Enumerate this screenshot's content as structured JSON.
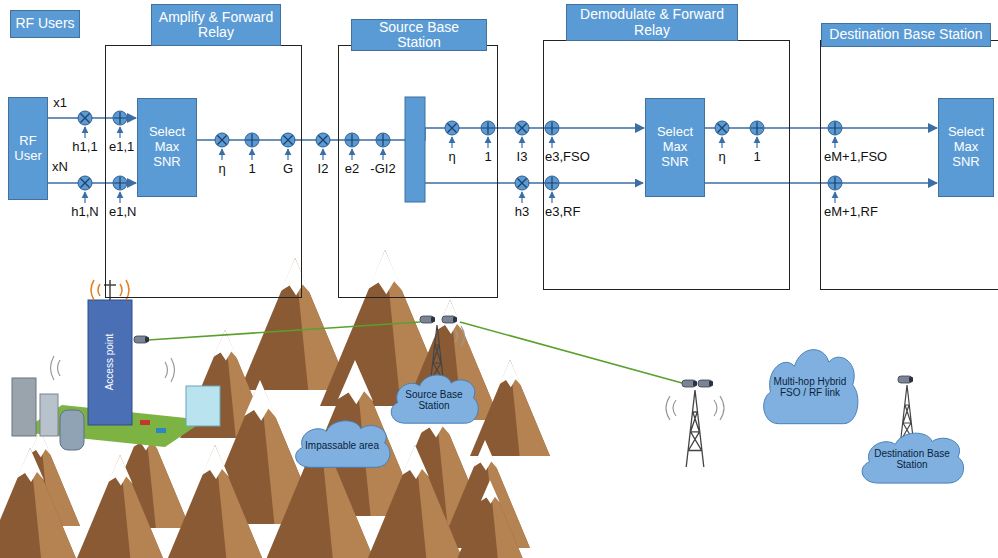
{
  "diagram": {
    "nodes": [
      {
        "text": [
          "RF Users"
        ]
      },
      {
        "text": [
          "RF User"
        ]
      },
      {
        "text": [
          "Amplify & Forward Relay"
        ]
      },
      {
        "text": [
          "Select Max SNR"
        ],
        "in": 2
      },
      {
        "text": [
          "Source Base Station"
        ]
      },
      {
        "text": [
          "Demodulate & Forward Relay"
        ]
      },
      {
        "text": [
          "Select Max SNR"
        ],
        "in": 5
      },
      {
        "text": [
          "Destination Base Station"
        ]
      },
      {
        "text": [
          "Select Max SNR"
        ],
        "in": 7
      },
      {
        "text": [
          "Impassable area"
        ]
      },
      {
        "text": [
          "Source Base Station"
        ]
      },
      {
        "text": [
          "Multi-hop Hybrid FSO / RF link"
        ]
      },
      {
        "text": [
          "Destination Base Station"
        ]
      }
    ],
    "edges": [
      {
        "from": 1,
        "to": 3,
        "arrow": "to"
      },
      {
        "from": 1,
        "to": 3,
        "arrow": "to"
      },
      {
        "from": 3,
        "to": 6,
        "arrow": "to"
      },
      {
        "from": 6,
        "to": 8,
        "arrow": "to"
      },
      {
        "from": 6,
        "to": 8,
        "arrow": "to"
      }
    ],
    "labels": [
      "x1",
      "xN",
      "h1,1",
      "e1,1",
      "h1,N",
      "e1,N",
      "η",
      "1",
      "G",
      "I2",
      "e2",
      "-GI2",
      "η",
      "1",
      "I3",
      "e3,FSO",
      "h3",
      "e3,RF",
      "η",
      "1",
      "eM+1,FSO",
      "eM+1,RF",
      "Access point"
    ]
  }
}
